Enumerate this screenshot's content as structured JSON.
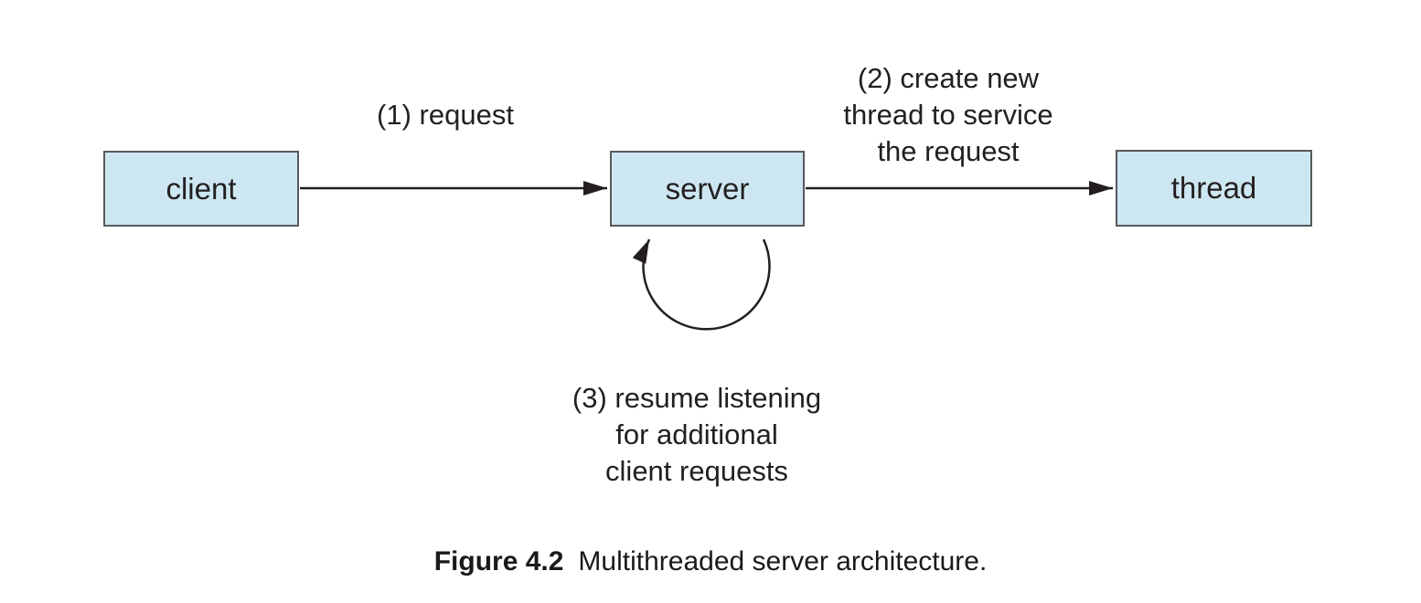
{
  "diagram": {
    "title": "Multithreaded server architecture",
    "nodes": {
      "client": {
        "label": "client"
      },
      "server": {
        "label": "server"
      },
      "thread": {
        "label": "thread"
      }
    },
    "labels": {
      "step1": {
        "lines": [
          "(1) request"
        ]
      },
      "step2": {
        "lines": [
          "(2) create new",
          "thread to service",
          "the request"
        ]
      },
      "step3": {
        "lines": [
          "(3) resume listening",
          "for additional",
          "client requests"
        ]
      }
    },
    "edges": [
      {
        "from": "client",
        "to": "server",
        "label": "(1) request"
      },
      {
        "from": "server",
        "to": "thread",
        "label": "(2) create new thread to service the request"
      },
      {
        "from": "server",
        "to": "server",
        "label": "(3) resume listening for additional client requests"
      }
    ]
  },
  "caption": {
    "label": "Figure 4.2",
    "text": "Multithreaded server architecture."
  },
  "colors": {
    "node_fill": "#cde7f2",
    "node_border": "#58595b",
    "arrow": "#231f20",
    "text": "#231f20",
    "background": "#ffffff"
  }
}
